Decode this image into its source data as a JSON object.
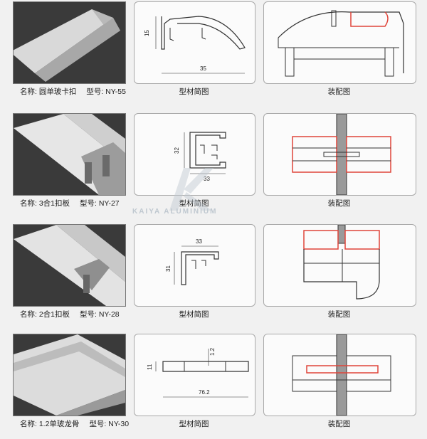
{
  "rows": [
    {
      "name_label": "名称: 圆单玻卡扣",
      "model_label": "型号: NY-55",
      "profile_caption": "型材简图",
      "assembly_caption": "装配图",
      "dims": [
        "15",
        "35"
      ]
    },
    {
      "name_label": "名称: 3合1扣板",
      "model_label": "型号: NY-27",
      "profile_caption": "型材简图",
      "assembly_caption": "装配图",
      "dims": [
        "32",
        "33"
      ]
    },
    {
      "name_label": "名称: 2合1扣板",
      "model_label": "型号: NY-28",
      "profile_caption": "型材简图",
      "assembly_caption": "装配图",
      "dims": [
        "33",
        "31"
      ]
    },
    {
      "name_label": "名称: 1.2单玻龙骨",
      "model_label": "型号: NY-30",
      "profile_caption": "型材简图",
      "assembly_caption": "装配图",
      "dims": [
        "11",
        "1.2",
        "76.2"
      ]
    }
  ],
  "watermark_text": "KAIYA ALUMINIUM",
  "colors": {
    "background": "#f1f1f1",
    "highlight": "#e0453a",
    "line": "#3a3a3a"
  }
}
